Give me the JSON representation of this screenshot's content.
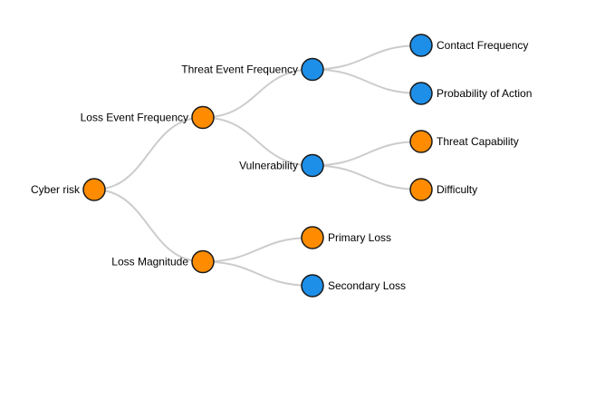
{
  "colors": {
    "collapsed_node": "#ff8c00",
    "expanded_node": "#1e8fe8",
    "link": "#cccccc",
    "node_stroke": "#1a1a1a"
  },
  "tree": {
    "label": "Cyber risk",
    "state": "collapsed",
    "children": [
      {
        "label": "Loss Event Frequency",
        "state": "collapsed",
        "children": [
          {
            "label": "Threat Event Frequency",
            "state": "expanded",
            "children": [
              {
                "label": "Contact Frequency",
                "state": "expanded",
                "children": []
              },
              {
                "label": "Probability of Action",
                "state": "expanded",
                "children": []
              }
            ]
          },
          {
            "label": "Vulnerability",
            "state": "expanded",
            "children": [
              {
                "label": "Threat Capability",
                "state": "collapsed",
                "children": []
              },
              {
                "label": "Difficulty",
                "state": "collapsed",
                "children": []
              }
            ]
          }
        ]
      },
      {
        "label": "Loss Magnitude",
        "state": "collapsed",
        "children": [
          {
            "label": "Primary Loss",
            "state": "collapsed",
            "children": []
          },
          {
            "label": "Secondary Loss",
            "state": "expanded",
            "children": []
          }
        ]
      }
    ]
  }
}
